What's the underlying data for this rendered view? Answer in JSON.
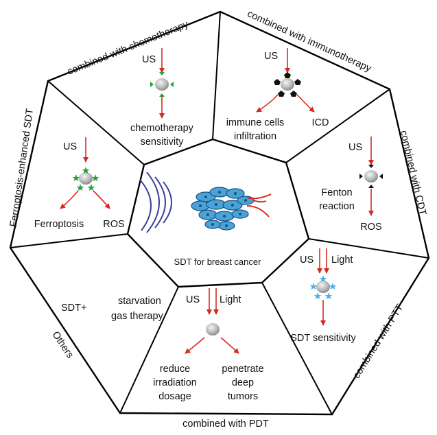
{
  "colors": {
    "arrow": "#d42a20",
    "outline": "#000000",
    "cell_fill": "#4aa3d6",
    "cell_stroke": "#1b4f80",
    "wave": "#3b3f9a",
    "vessel": "#d42a20",
    "nanoparticle": "#c9c9c9",
    "marker_green": "#22a33a",
    "marker_black": "#111111",
    "marker_star_blue": "#4ab4e8"
  },
  "center": {
    "label": "SDT for breast cancer",
    "icons": [
      "ultrasound-wave-icon",
      "tumor-cell-cluster-icon",
      "blood-vessel-icon"
    ]
  },
  "segments": {
    "chemo": {
      "side_label": "combined with chemotherapy",
      "stimulus": "US",
      "outcome_line1": "chemotherapy",
      "outcome_line2": "sensitivity",
      "particle_icon": "nanoparticle-green-marker-icon"
    },
    "immuno": {
      "side_label": "combined with immunotherapy",
      "stimulus": "US",
      "outcome_left_line1": "immune cells",
      "outcome_left_line2": "infiltration",
      "outcome_right": "ICD",
      "particle_icon": "nanoparticle-black-pentagon-icon"
    },
    "cdt": {
      "side_label": "combined with CDT",
      "stimulus": "US",
      "step_line1": "Fenton",
      "step_line2": "reaction",
      "outcome": "ROS",
      "particle_icon": "nanoparticle-black-triangle-icon"
    },
    "ptt": {
      "side_label": "combined with PTT",
      "stimulus1": "US",
      "stimulus2": "Light",
      "outcome": "SDT sensitivity",
      "particle_icon": "nanoparticle-blue-star-icon"
    },
    "pdt": {
      "side_label": "combined with PDT",
      "stimulus1": "US",
      "stimulus2": "Light",
      "outcome_left_line1": "reduce",
      "outcome_left_line2": "irradiation",
      "outcome_left_line3": "dosage",
      "outcome_right_line1": "penetrate",
      "outcome_right_line2": "deep",
      "outcome_right_line3": "tumors",
      "particle_icon": "nanoparticle-plain-icon"
    },
    "others": {
      "side_label": "Others",
      "prefix": "SDT+",
      "item1": "starvation",
      "item2": "gas therapy"
    },
    "ferro": {
      "side_label": "Ferroptosis-enhanced SDT",
      "stimulus": "US",
      "outcome_left": "Ferroptosis",
      "outcome_right": "ROS",
      "particle_icon": "nanoparticle-green-star-icon"
    }
  }
}
